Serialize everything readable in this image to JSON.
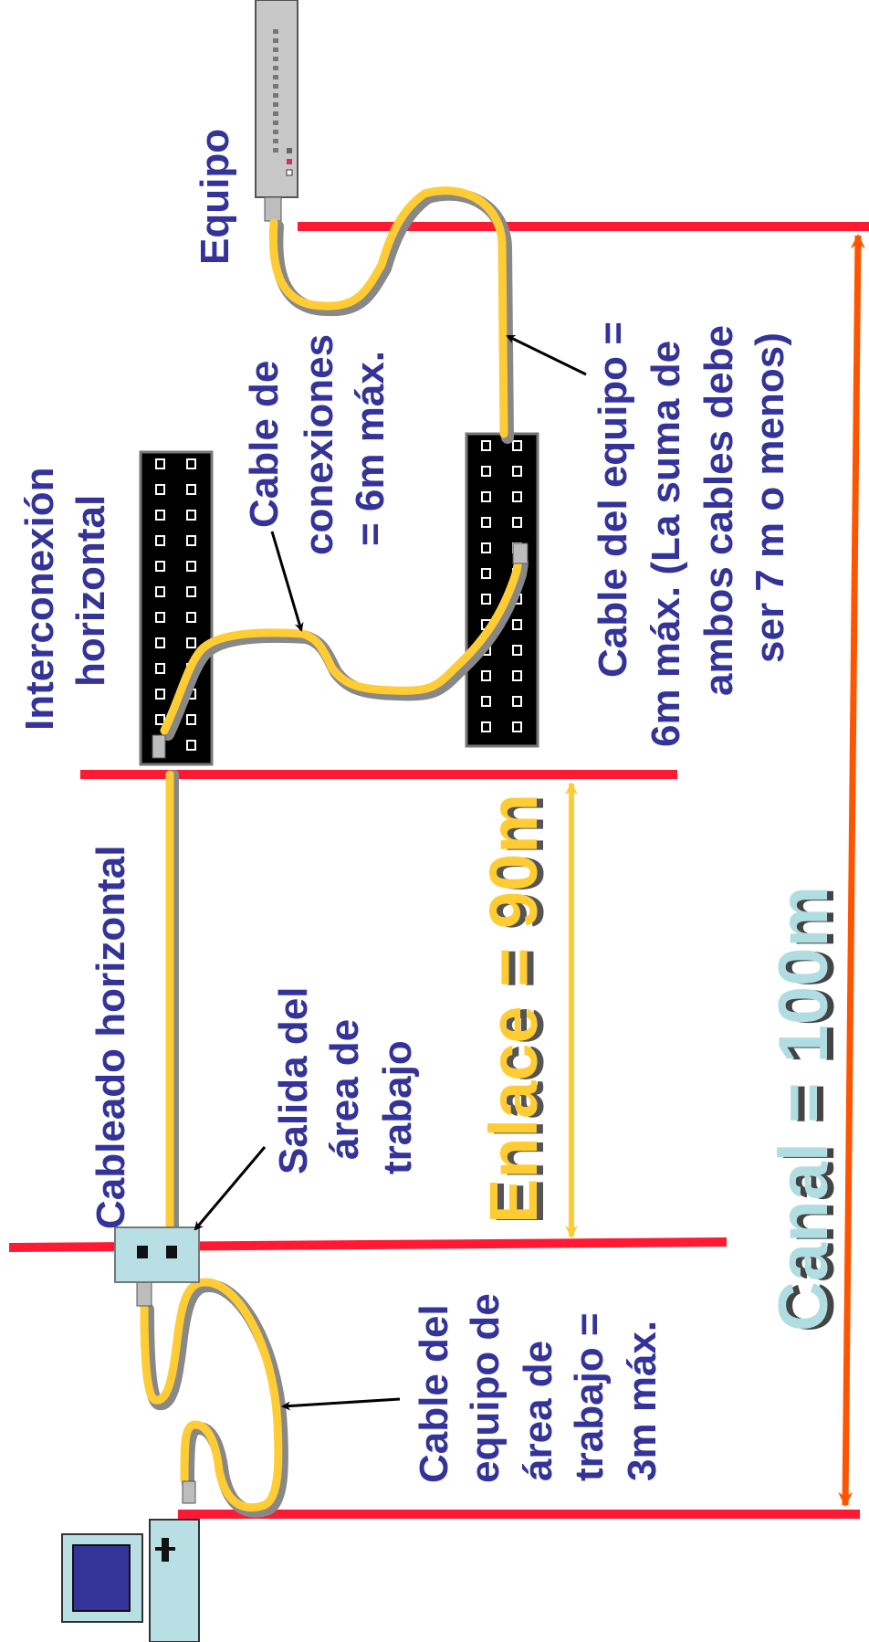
{
  "labels": {
    "equipo": "Equipo",
    "interconexion_1": "Interconexión",
    "interconexion_2": "horizontal",
    "cable_conexiones_1": "Cable de",
    "cable_conexiones_2": "conexiones",
    "cable_conexiones_3": "= 6m máx.",
    "cable_equipo_1": "Cable del equipo =",
    "cable_equipo_2": "6m máx.  (La suma de",
    "cable_equipo_3": "ambos cables debe",
    "cable_equipo_4": "ser  7 m o menos)",
    "cableado_horizontal": "Cableado horizontal",
    "salida_1": "Salida del",
    "salida_2": "área de",
    "salida_3": "trabajo",
    "enlace": "Enlace = 90m",
    "canal": "Canal = 100m",
    "cable_area_1": "Cable del",
    "cable_area_2": "equipo de",
    "cable_area_3": "área de",
    "cable_area_4": "trabajo =",
    "cable_area_5": "3m máx."
  },
  "colors": {
    "label_text": "#333399",
    "boundary_line": "#ff1a33",
    "cable": "#ffcc33",
    "cable_shadow": "#888888",
    "canal_arrow": "#ff5500",
    "enlace_arrow": "#ffcc33",
    "canal_text": "#b0dde2",
    "patch_panel": "#000000",
    "outlet": "#b8dfe3",
    "monitor_screen": "#333399"
  }
}
